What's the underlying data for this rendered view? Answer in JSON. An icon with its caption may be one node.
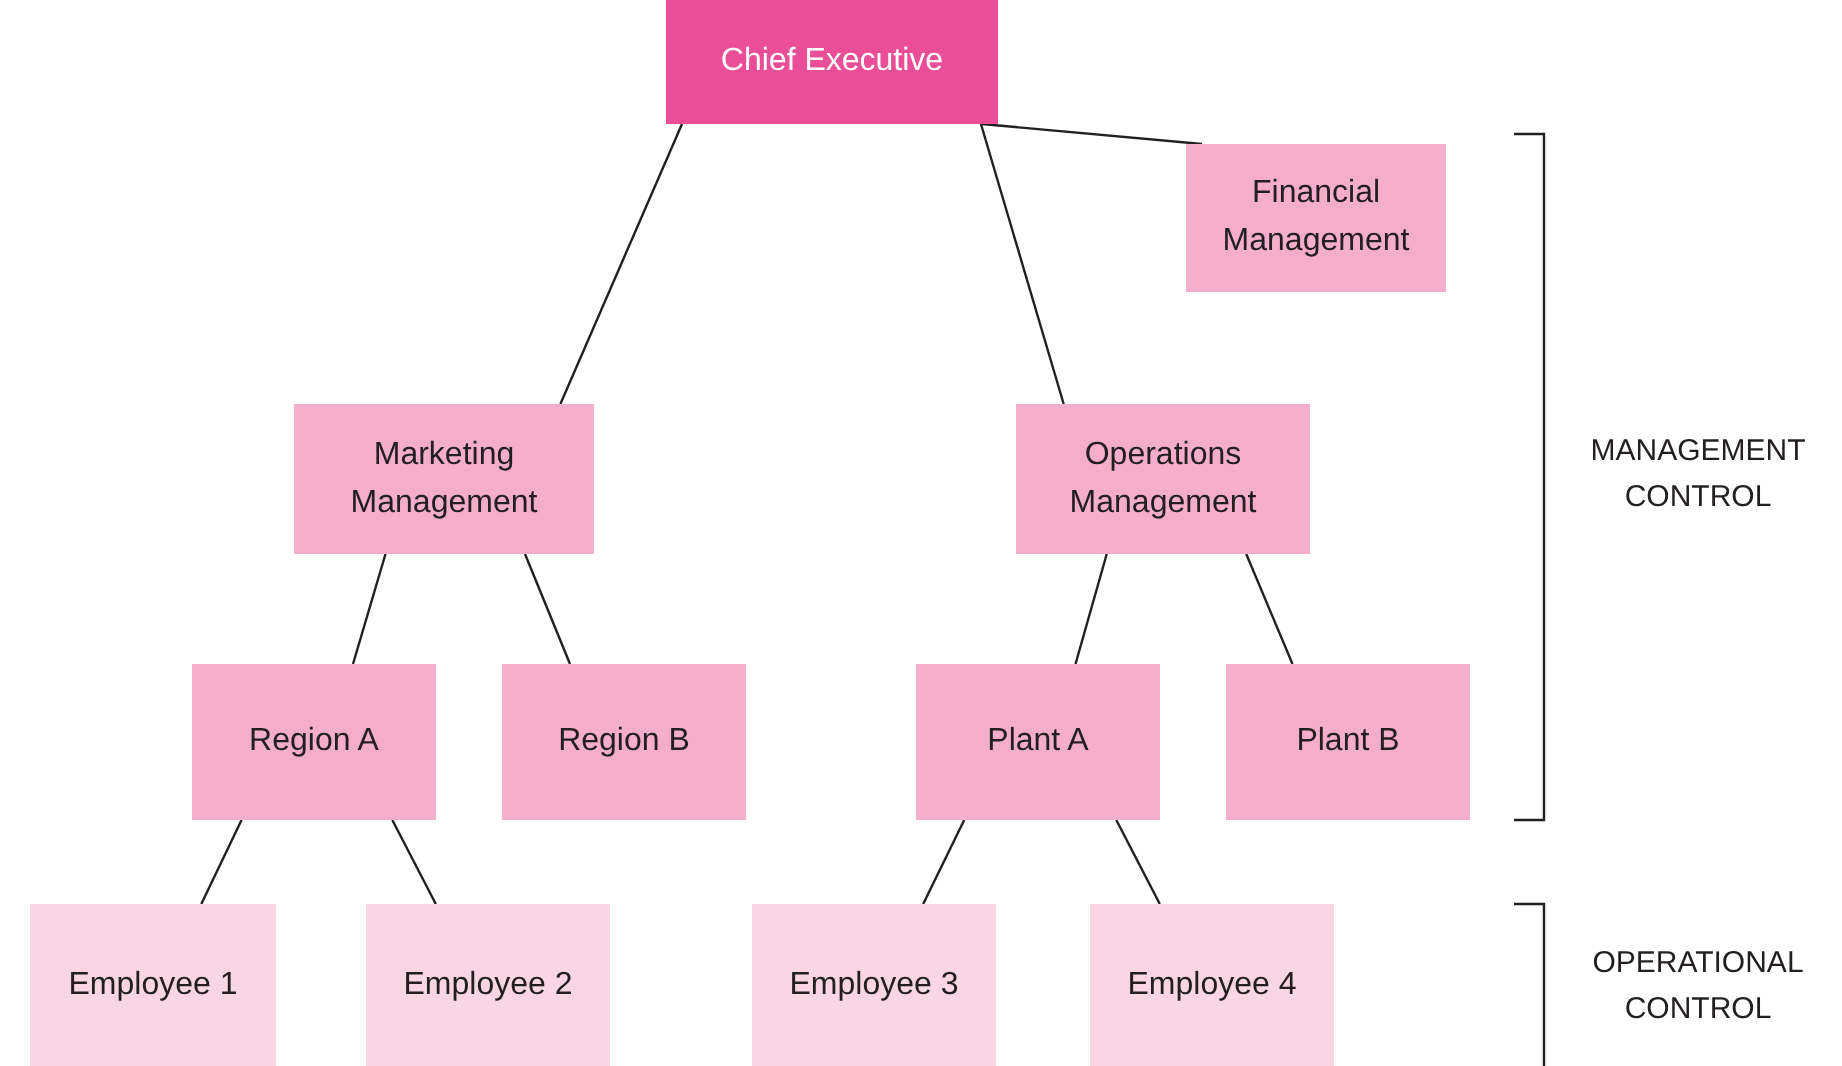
{
  "diagram": {
    "nodes": [
      {
        "text": [
          "Chief Executive"
        ]
      },
      {
        "text": [
          "Financial Management"
        ]
      },
      {
        "text": [
          "Marketing Management"
        ]
      },
      {
        "text": [
          "Operations Management"
        ]
      },
      {
        "text": [
          "Region A"
        ]
      },
      {
        "text": [
          "Region B"
        ]
      },
      {
        "text": [
          "Plant A"
        ]
      },
      {
        "text": [
          "Plant B"
        ]
      },
      {
        "text": [
          "Employee 1"
        ]
      },
      {
        "text": [
          "Employee 2"
        ]
      },
      {
        "text": [
          "Employee 3"
        ]
      },
      {
        "text": [
          "Employee 4"
        ]
      }
    ],
    "edges": [
      {
        "from": 0,
        "to": 2,
        "arrow": "none"
      },
      {
        "from": 0,
        "to": 3,
        "arrow": "none"
      },
      {
        "from": 0,
        "to": 1,
        "arrow": "none"
      },
      {
        "from": 2,
        "to": 4,
        "arrow": "none"
      },
      {
        "from": 2,
        "to": 5,
        "arrow": "none"
      },
      {
        "from": 3,
        "to": 6,
        "arrow": "none"
      },
      {
        "from": 3,
        "to": 7,
        "arrow": "none"
      },
      {
        "from": 4,
        "to": 8,
        "arrow": "none"
      },
      {
        "from": 4,
        "to": 9,
        "arrow": "none"
      },
      {
        "from": 6,
        "to": 10,
        "arrow": "none"
      },
      {
        "from": 6,
        "to": 11,
        "arrow": "none"
      }
    ],
    "labels": [
      "MANAGEMENT CONTROL",
      "OPERATIONAL CONTROL"
    ]
  }
}
